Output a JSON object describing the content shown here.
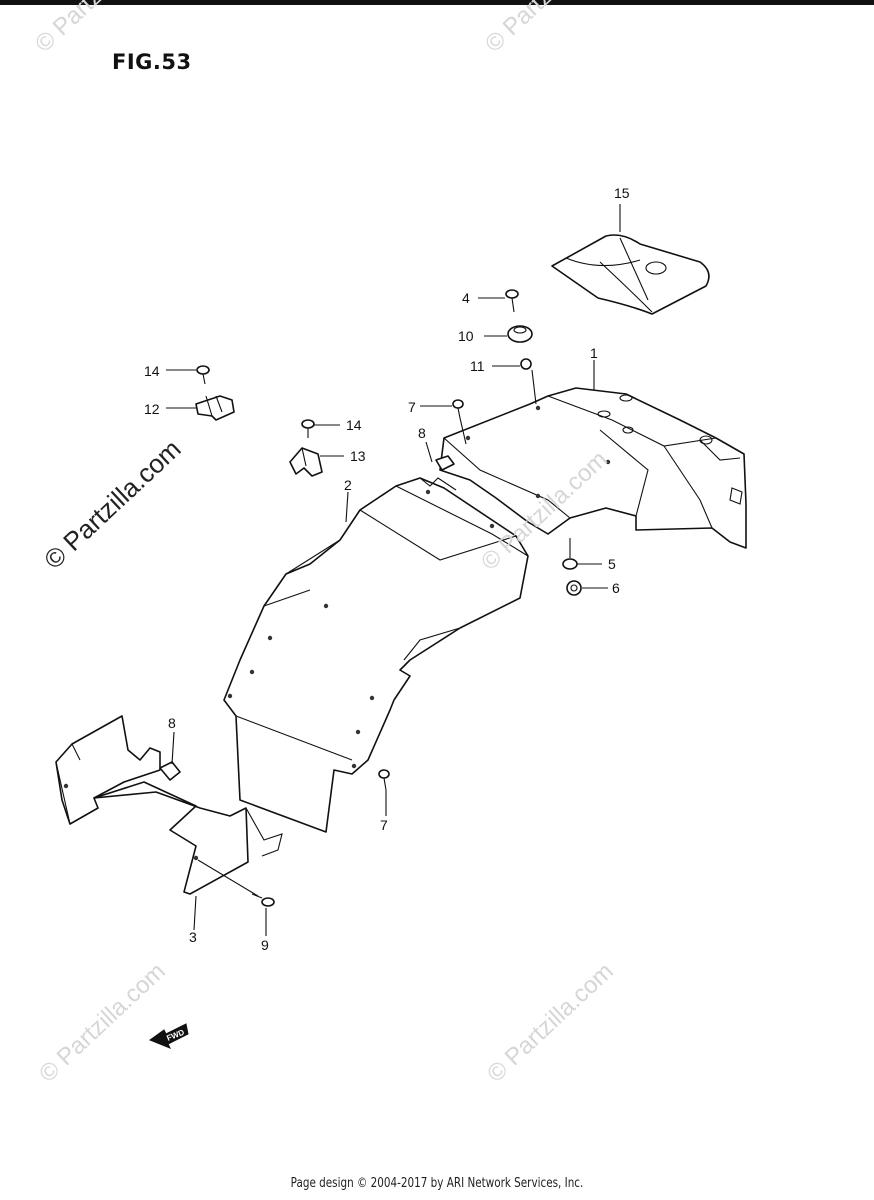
{
  "figure_title": "FIG.53",
  "watermark_text": "© Partzilla.com",
  "footer_text": "Page design © 2004-2017 by ARI Network Services, Inc.",
  "fwd_label": "FWD",
  "callouts": {
    "c1": "1",
    "c2": "2",
    "c3": "3",
    "c4": "4",
    "c5": "5",
    "c6": "6",
    "c7a": "7",
    "c7b": "7",
    "c8a": "8",
    "c8b": "8",
    "c9": "9",
    "c10": "10",
    "c11": "11",
    "c12": "12",
    "c13": "13",
    "c14a": "14",
    "c14b": "14",
    "c15": "15"
  }
}
